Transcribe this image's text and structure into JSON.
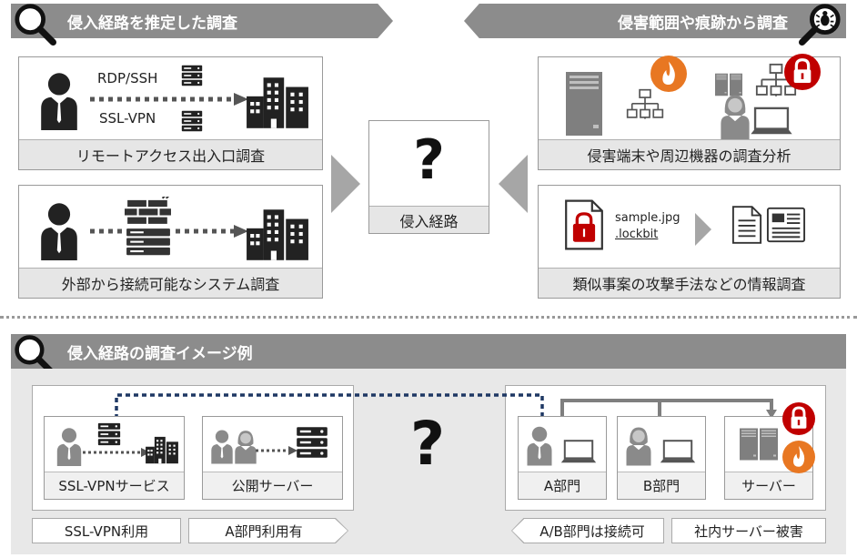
{
  "top_left_banner": {
    "title": "侵入経路を推定した調査"
  },
  "top_right_banner": {
    "title": "侵害範囲や痕跡から調査"
  },
  "remote_access_panel": {
    "rdp_label": "RDP/SSH",
    "vpn_label": "SSL-VPN",
    "caption": "リモートアクセス出入口調査"
  },
  "external_panel": {
    "caption": "外部から接続可能なシステム調査"
  },
  "center": {
    "question_mark": "?",
    "caption": "侵入経路"
  },
  "device_panel": {
    "caption": "侵害端末や周辺機器の調査分析"
  },
  "similar_case_panel": {
    "file_name_line1": "sample.jpg",
    "file_name_line2": ".lockbit",
    "caption": "類似事案の攻撃手法などの情報調査"
  },
  "bottom_banner": {
    "title": "侵入経路の調査イメージ例"
  },
  "example": {
    "ssl_vpn_service_label": "SSL-VPNサービス",
    "public_server_label": "公開サーバー",
    "question_mark": "?",
    "dept_a_label": "A部門",
    "dept_b_label": "B部門",
    "server_label": "サーバー"
  },
  "tags": {
    "ssl_vpn_use": "SSL-VPN利用",
    "dept_a_use": "A部門利用有",
    "ab_connectable": "A/B部門は接続可",
    "internal_server_damage": "社内サーバー被害"
  },
  "colors": {
    "banner_gray": "#8c8c8c",
    "panel_gray": "#e6e6e6",
    "alert_red": "#c00000",
    "fire_orange": "#e87722",
    "dotted_navy": "#1f3864"
  }
}
